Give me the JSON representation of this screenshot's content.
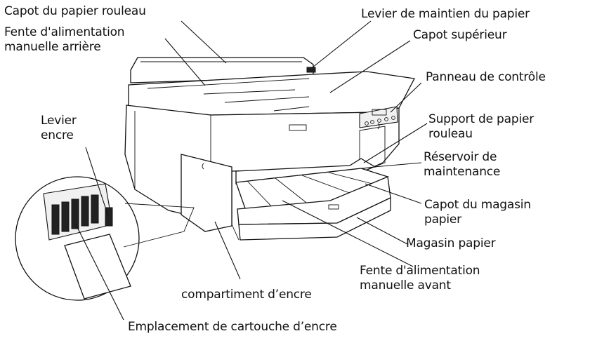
{
  "labels": {
    "roll_cover": "Capot du papier rouleau",
    "rear_feed_line1": "Fente d'alimentation",
    "rear_feed_line2": "manuelle arrière",
    "paper_lever": "Levier de maintien du papier",
    "top_cover": "Capot supérieur",
    "control_panel": "Panneau de contrôle",
    "roll_support_line1": "Support de papier",
    "roll_support_line2": "rouleau",
    "maint_tank_line1": "Réservoir de",
    "maint_tank_line2": "maintenance",
    "cassette_cover_line1": "Capot du magasin",
    "cassette_cover_line2": "papier",
    "cassette": "Magasin papier",
    "front_feed_line1": "Fente d'alimentation",
    "front_feed_line2": "manuelle avant",
    "ink_lever_line1": "Levier",
    "ink_lever_line2": "encre",
    "ink_compartment": "compartiment d’encre",
    "cartridge_slot": "Emplacement de cartouche d’encre"
  }
}
